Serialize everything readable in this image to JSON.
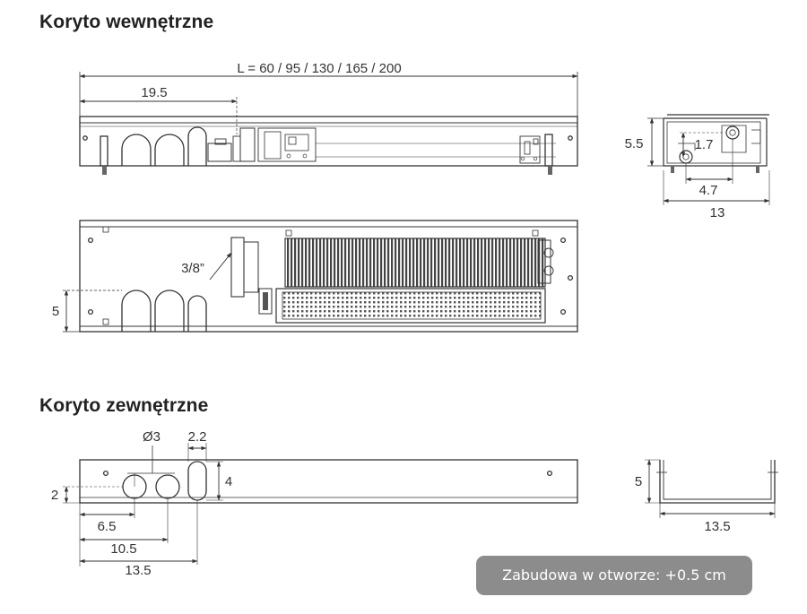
{
  "headings": {
    "inner": "Koryto wewnętrzne",
    "outer": "Koryto zewnętrzne"
  },
  "inner_top": {
    "length_label": "L = 60 / 95 / 130 / 165 / 200",
    "offset_label": "19.5"
  },
  "inner_side": {
    "height_label": "5.5",
    "pipe_height_label": "1.7",
    "pipe_offset_label": "4.7",
    "width_label": "13"
  },
  "inner_plan": {
    "connection_label": "3/8”",
    "edge_label": "5"
  },
  "outer_front": {
    "diameter_label": "Ø3",
    "slot_width_label": "2.2",
    "slot_height_label": "4",
    "bottom_label": "2",
    "hole1_label": "6.5",
    "hole2_label": "10.5",
    "slot_label": "13.5"
  },
  "outer_side": {
    "height_label": "5",
    "width_label": "13.5"
  },
  "note": {
    "text": "Zabudowa w otworze: +0.5 cm"
  },
  "colors": {
    "line": "#333333",
    "note_background": "#8c8c8c",
    "note_text": "#ffffff"
  }
}
